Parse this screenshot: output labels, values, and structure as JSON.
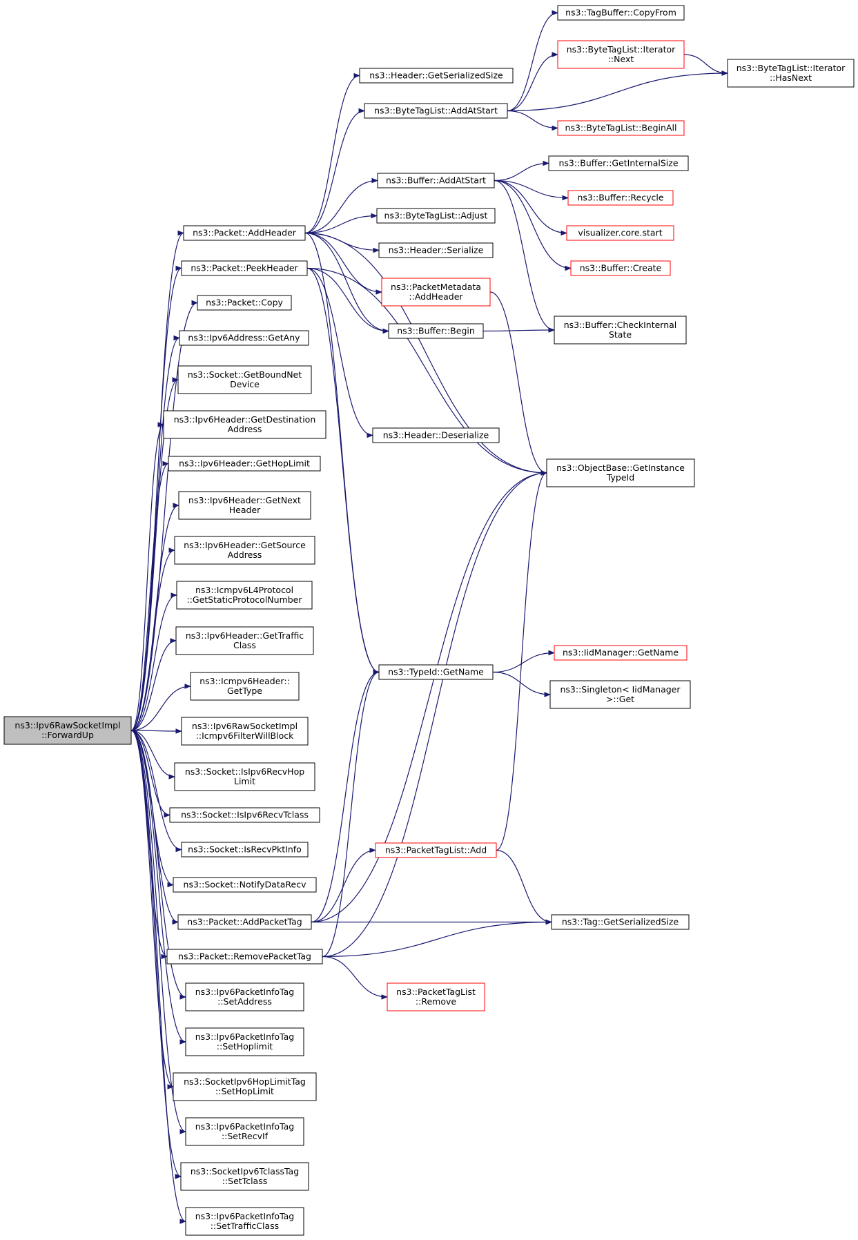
{
  "colors": {
    "edge": "#191970",
    "root_fill": "#bfbfbf",
    "normal_border": "#000000",
    "truncated_border": "#ff0000"
  },
  "nodes": [
    {
      "id": "root",
      "lines": [
        "ns3::Ipv6RawSocketImpl",
        "::ForwardUp"
      ],
      "style": "root"
    },
    {
      "id": "addHeader",
      "lines": [
        "ns3::Packet::AddHeader"
      ],
      "style": "normal"
    },
    {
      "id": "peekHeader",
      "lines": [
        "ns3::Packet::PeekHeader"
      ],
      "style": "normal"
    },
    {
      "id": "copy",
      "lines": [
        "ns3::Packet::Copy"
      ],
      "style": "normal"
    },
    {
      "id": "getAny",
      "lines": [
        "ns3::Ipv6Address::GetAny"
      ],
      "style": "normal"
    },
    {
      "id": "getBoundNetDevice",
      "lines": [
        "ns3::Socket::GetBoundNet",
        "Device"
      ],
      "style": "normal"
    },
    {
      "id": "getDestinationAddress",
      "lines": [
        "ns3::Ipv6Header::GetDestination",
        "Address"
      ],
      "style": "normal"
    },
    {
      "id": "getHopLimit",
      "lines": [
        "ns3::Ipv6Header::GetHopLimit"
      ],
      "style": "normal"
    },
    {
      "id": "getNextHeader",
      "lines": [
        "ns3::Ipv6Header::GetNext",
        "Header"
      ],
      "style": "normal"
    },
    {
      "id": "getSourceAddress",
      "lines": [
        "ns3::Ipv6Header::GetSource",
        "Address"
      ],
      "style": "normal"
    },
    {
      "id": "getStaticProtocolNumber",
      "lines": [
        "ns3::Icmpv6L4Protocol",
        "::GetStaticProtocolNumber"
      ],
      "style": "normal"
    },
    {
      "id": "getTrafficClass",
      "lines": [
        "ns3::Ipv6Header::GetTraffic",
        "Class"
      ],
      "style": "normal"
    },
    {
      "id": "icmpGetType",
      "lines": [
        "ns3::Icmpv6Header::",
        "GetType"
      ],
      "style": "normal"
    },
    {
      "id": "filterWillBlock",
      "lines": [
        "ns3::Ipv6RawSocketImpl",
        "::Icmpv6FilterWillBlock"
      ],
      "style": "normal"
    },
    {
      "id": "isIpv6RecvHopLimit",
      "lines": [
        "ns3::Socket::IsIpv6RecvHop",
        "Limit"
      ],
      "style": "normal"
    },
    {
      "id": "isIpv6RecvTclass",
      "lines": [
        "ns3::Socket::IsIpv6RecvTclass"
      ],
      "style": "normal"
    },
    {
      "id": "isRecvPktInfo",
      "lines": [
        "ns3::Socket::IsRecvPktInfo"
      ],
      "style": "normal"
    },
    {
      "id": "notifyDataRecv",
      "lines": [
        "ns3::Socket::NotifyDataRecv"
      ],
      "style": "normal"
    },
    {
      "id": "addPacketTag",
      "lines": [
        "ns3::Packet::AddPacketTag"
      ],
      "style": "normal"
    },
    {
      "id": "removePacketTag",
      "lines": [
        "ns3::Packet::RemovePacketTag"
      ],
      "style": "normal"
    },
    {
      "id": "setAddress",
      "lines": [
        "ns3::Ipv6PacketInfoTag",
        "::SetAddress"
      ],
      "style": "normal"
    },
    {
      "id": "setHoplimit",
      "lines": [
        "ns3::Ipv6PacketInfoTag",
        "::SetHoplimit"
      ],
      "style": "normal"
    },
    {
      "id": "setHopLimitTag",
      "lines": [
        "ns3::SocketIpv6HopLimitTag",
        "::SetHopLimit"
      ],
      "style": "normal"
    },
    {
      "id": "setRecvIf",
      "lines": [
        "ns3::Ipv6PacketInfoTag",
        "::SetRecvIf"
      ],
      "style": "normal"
    },
    {
      "id": "setTclass",
      "lines": [
        "ns3::SocketIpv6TclassTag",
        "::SetTclass"
      ],
      "style": "normal"
    },
    {
      "id": "setTrafficClass",
      "lines": [
        "ns3::Ipv6PacketInfoTag",
        "::SetTrafficClass"
      ],
      "style": "normal"
    },
    {
      "id": "headerGetSerializedSize",
      "lines": [
        "ns3::Header::GetSerializedSize"
      ],
      "style": "normal"
    },
    {
      "id": "byteTagListAddAtStart",
      "lines": [
        "ns3::ByteTagList::AddAtStart"
      ],
      "style": "normal"
    },
    {
      "id": "bufferAddAtStart",
      "lines": [
        "ns3::Buffer::AddAtStart"
      ],
      "style": "normal"
    },
    {
      "id": "byteTagListAdjust",
      "lines": [
        "ns3::ByteTagList::Adjust"
      ],
      "style": "normal"
    },
    {
      "id": "headerSerialize",
      "lines": [
        "ns3::Header::Serialize"
      ],
      "style": "normal"
    },
    {
      "id": "packetMetadataAddHeader",
      "lines": [
        "ns3::PacketMetadata",
        "::AddHeader"
      ],
      "style": "red"
    },
    {
      "id": "bufferBegin",
      "lines": [
        "ns3::Buffer::Begin"
      ],
      "style": "normal"
    },
    {
      "id": "headerDeserialize",
      "lines": [
        "ns3::Header::Deserialize"
      ],
      "style": "normal"
    },
    {
      "id": "typeIdGetName",
      "lines": [
        "ns3::TypeId::GetName"
      ],
      "style": "normal"
    },
    {
      "id": "packetTagListAdd",
      "lines": [
        "ns3::PacketTagList::Add"
      ],
      "style": "red"
    },
    {
      "id": "packetTagListRemove",
      "lines": [
        "ns3::PacketTagList",
        "::Remove"
      ],
      "style": "red"
    },
    {
      "id": "tagBufferCopyFrom",
      "lines": [
        "ns3::TagBuffer::CopyFrom"
      ],
      "style": "normal"
    },
    {
      "id": "iteratorNext",
      "lines": [
        "ns3::ByteTagList::Iterator",
        "::Next"
      ],
      "style": "red"
    },
    {
      "id": "iteratorHasNext",
      "lines": [
        "ns3::ByteTagList::Iterator",
        "::HasNext"
      ],
      "style": "normal"
    },
    {
      "id": "beginAll",
      "lines": [
        "ns3::ByteTagList::BeginAll"
      ],
      "style": "red"
    },
    {
      "id": "getInternalSize",
      "lines": [
        "ns3::Buffer::GetInternalSize"
      ],
      "style": "normal"
    },
    {
      "id": "bufferRecycle",
      "lines": [
        "ns3::Buffer::Recycle"
      ],
      "style": "red"
    },
    {
      "id": "visualizerStart",
      "lines": [
        "visualizer.core.start"
      ],
      "style": "red"
    },
    {
      "id": "bufferCreate",
      "lines": [
        "ns3::Buffer::Create"
      ],
      "style": "red"
    },
    {
      "id": "checkInternalState",
      "lines": [
        "ns3::Buffer::CheckInternal",
        "State"
      ],
      "style": "normal"
    },
    {
      "id": "getInstanceTypeId",
      "lines": [
        "ns3::ObjectBase::GetInstance",
        "TypeId"
      ],
      "style": "normal"
    },
    {
      "id": "iidGetName",
      "lines": [
        "ns3::IidManager::GetName"
      ],
      "style": "red"
    },
    {
      "id": "singletonGet",
      "lines": [
        "ns3::Singleton< IidManager",
        ">::Get"
      ],
      "style": "normal"
    },
    {
      "id": "tagGetSerializedSize",
      "lines": [
        "ns3::Tag::GetSerializedSize"
      ],
      "style": "normal"
    }
  ],
  "edges": [
    [
      "root",
      "addHeader"
    ],
    [
      "root",
      "peekHeader"
    ],
    [
      "root",
      "copy"
    ],
    [
      "root",
      "getAny"
    ],
    [
      "root",
      "getBoundNetDevice"
    ],
    [
      "root",
      "getDestinationAddress"
    ],
    [
      "root",
      "getHopLimit"
    ],
    [
      "root",
      "getNextHeader"
    ],
    [
      "root",
      "getSourceAddress"
    ],
    [
      "root",
      "getStaticProtocolNumber"
    ],
    [
      "root",
      "getTrafficClass"
    ],
    [
      "root",
      "icmpGetType"
    ],
    [
      "root",
      "filterWillBlock"
    ],
    [
      "root",
      "isIpv6RecvHopLimit"
    ],
    [
      "root",
      "isIpv6RecvTclass"
    ],
    [
      "root",
      "isRecvPktInfo"
    ],
    [
      "root",
      "notifyDataRecv"
    ],
    [
      "root",
      "addPacketTag"
    ],
    [
      "root",
      "removePacketTag"
    ],
    [
      "root",
      "setAddress"
    ],
    [
      "root",
      "setHoplimit"
    ],
    [
      "root",
      "setHopLimitTag"
    ],
    [
      "root",
      "setRecvIf"
    ],
    [
      "root",
      "setTclass"
    ],
    [
      "root",
      "setTrafficClass"
    ],
    [
      "addHeader",
      "headerGetSerializedSize"
    ],
    [
      "addHeader",
      "byteTagListAddAtStart"
    ],
    [
      "addHeader",
      "bufferAddAtStart"
    ],
    [
      "addHeader",
      "byteTagListAdjust"
    ],
    [
      "addHeader",
      "headerSerialize"
    ],
    [
      "addHeader",
      "packetMetadataAddHeader"
    ],
    [
      "addHeader",
      "bufferBegin"
    ],
    [
      "addHeader",
      "getInstanceTypeId"
    ],
    [
      "addHeader",
      "typeIdGetName"
    ],
    [
      "peekHeader",
      "bufferBegin"
    ],
    [
      "peekHeader",
      "headerDeserialize"
    ],
    [
      "peekHeader",
      "getInstanceTypeId"
    ],
    [
      "peekHeader",
      "typeIdGetName"
    ],
    [
      "byteTagListAddAtStart",
      "tagBufferCopyFrom"
    ],
    [
      "byteTagListAddAtStart",
      "iteratorNext"
    ],
    [
      "byteTagListAddAtStart",
      "iteratorHasNext"
    ],
    [
      "byteTagListAddAtStart",
      "beginAll"
    ],
    [
      "iteratorNext",
      "iteratorHasNext"
    ],
    [
      "bufferAddAtStart",
      "getInternalSize"
    ],
    [
      "bufferAddAtStart",
      "bufferRecycle"
    ],
    [
      "bufferAddAtStart",
      "visualizerStart"
    ],
    [
      "bufferAddAtStart",
      "bufferCreate"
    ],
    [
      "bufferAddAtStart",
      "checkInternalState"
    ],
    [
      "packetMetadataAddHeader",
      "getInstanceTypeId"
    ],
    [
      "bufferBegin",
      "checkInternalState"
    ],
    [
      "typeIdGetName",
      "iidGetName"
    ],
    [
      "typeIdGetName",
      "singletonGet"
    ],
    [
      "addPacketTag",
      "getInstanceTypeId"
    ],
    [
      "addPacketTag",
      "typeIdGetName"
    ],
    [
      "addPacketTag",
      "packetTagListAdd"
    ],
    [
      "addPacketTag",
      "tagGetSerializedSize"
    ],
    [
      "removePacketTag",
      "getInstanceTypeId"
    ],
    [
      "removePacketTag",
      "typeIdGetName"
    ],
    [
      "removePacketTag",
      "tagGetSerializedSize"
    ],
    [
      "removePacketTag",
      "packetTagListRemove"
    ],
    [
      "packetTagListAdd",
      "getInstanceTypeId"
    ],
    [
      "packetTagListAdd",
      "tagGetSerializedSize"
    ]
  ]
}
